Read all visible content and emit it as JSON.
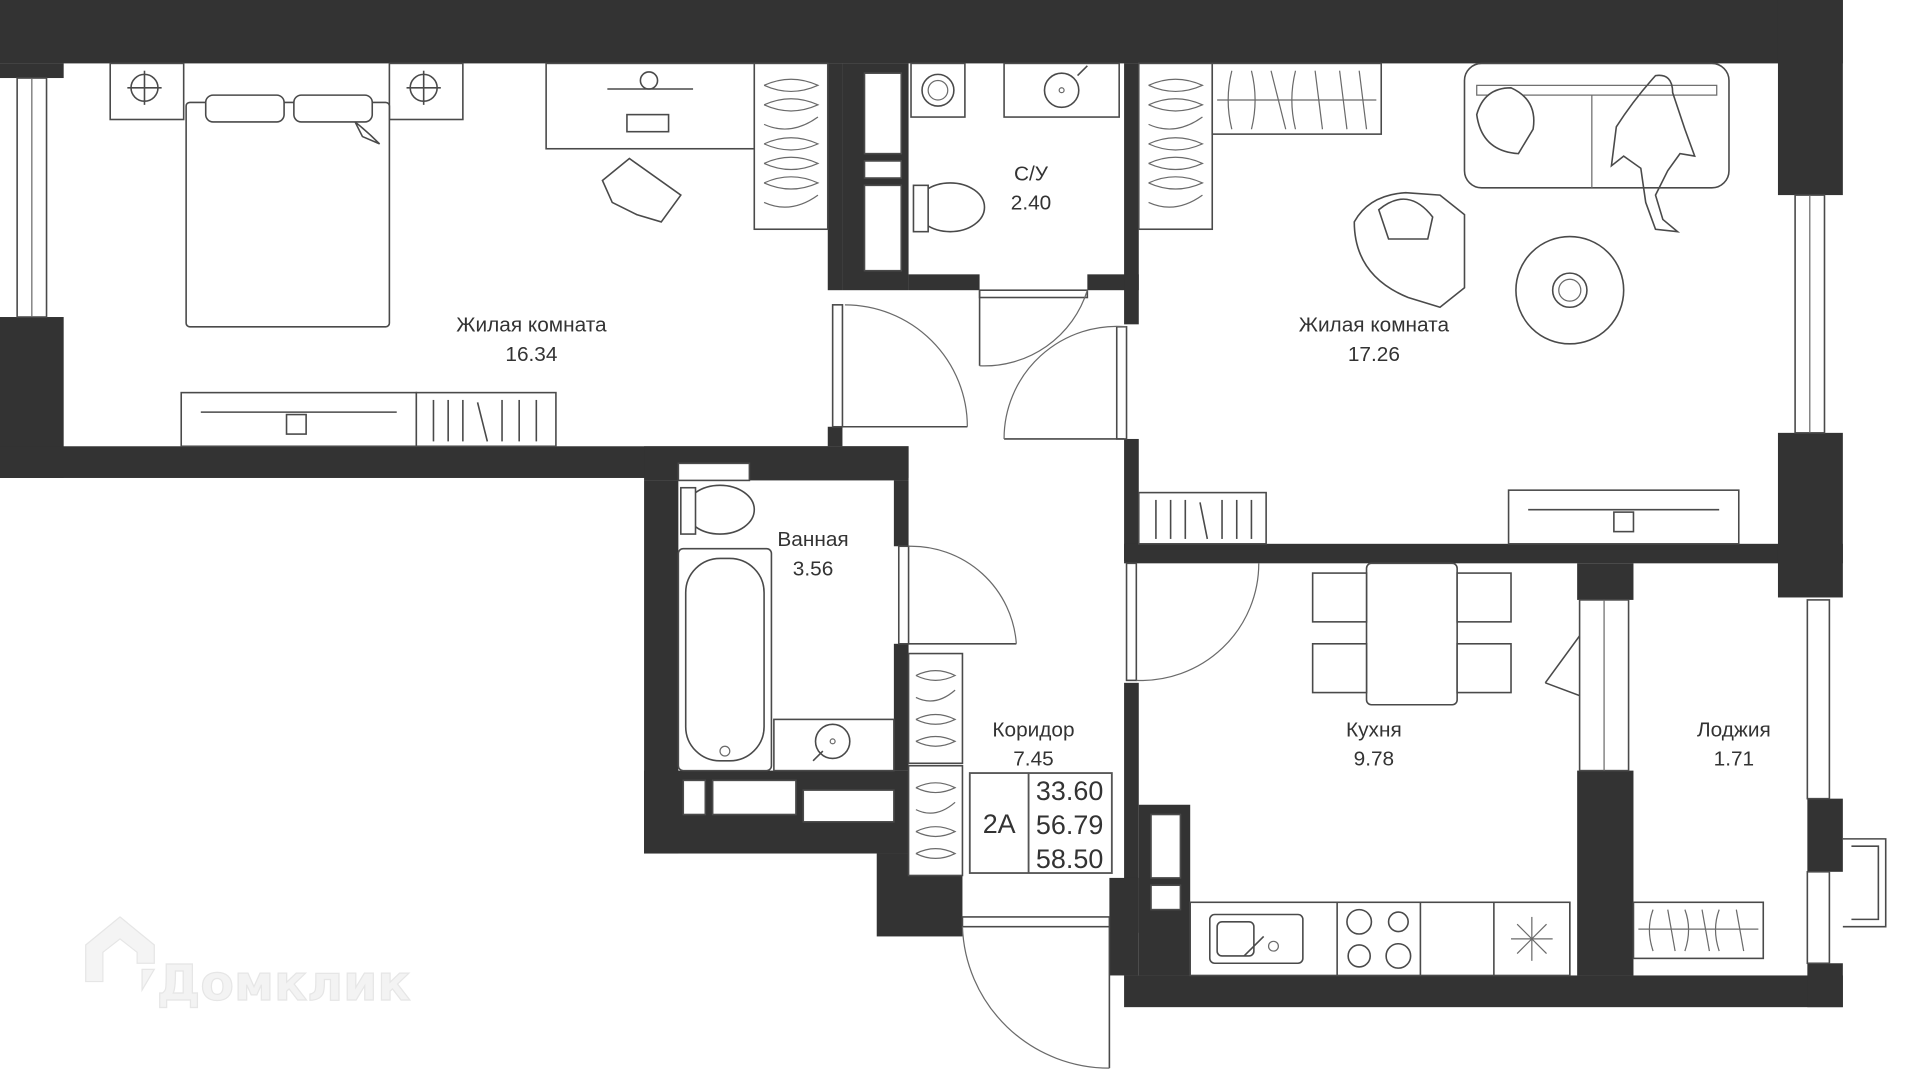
{
  "plan": {
    "apartment_type": "2A",
    "areas": {
      "living": "33.60",
      "total": "56.79",
      "total_with_loggia": "58.50"
    },
    "rooms": [
      {
        "name": "Жилая комната",
        "area": "16.34"
      },
      {
        "name": "С/У",
        "area": "2.40"
      },
      {
        "name": "Жилая комната",
        "area": "17.26"
      },
      {
        "name": "Ванная",
        "area": "3.56"
      },
      {
        "name": "Коридор",
        "area": "7.45"
      },
      {
        "name": "Кухня",
        "area": "9.78"
      },
      {
        "name": "Лоджия",
        "area": "1.71"
      }
    ],
    "watermark": "Домклик",
    "colors": {
      "wall": "#333333",
      "line": "#4a4a4a",
      "background": "#ffffff"
    }
  }
}
